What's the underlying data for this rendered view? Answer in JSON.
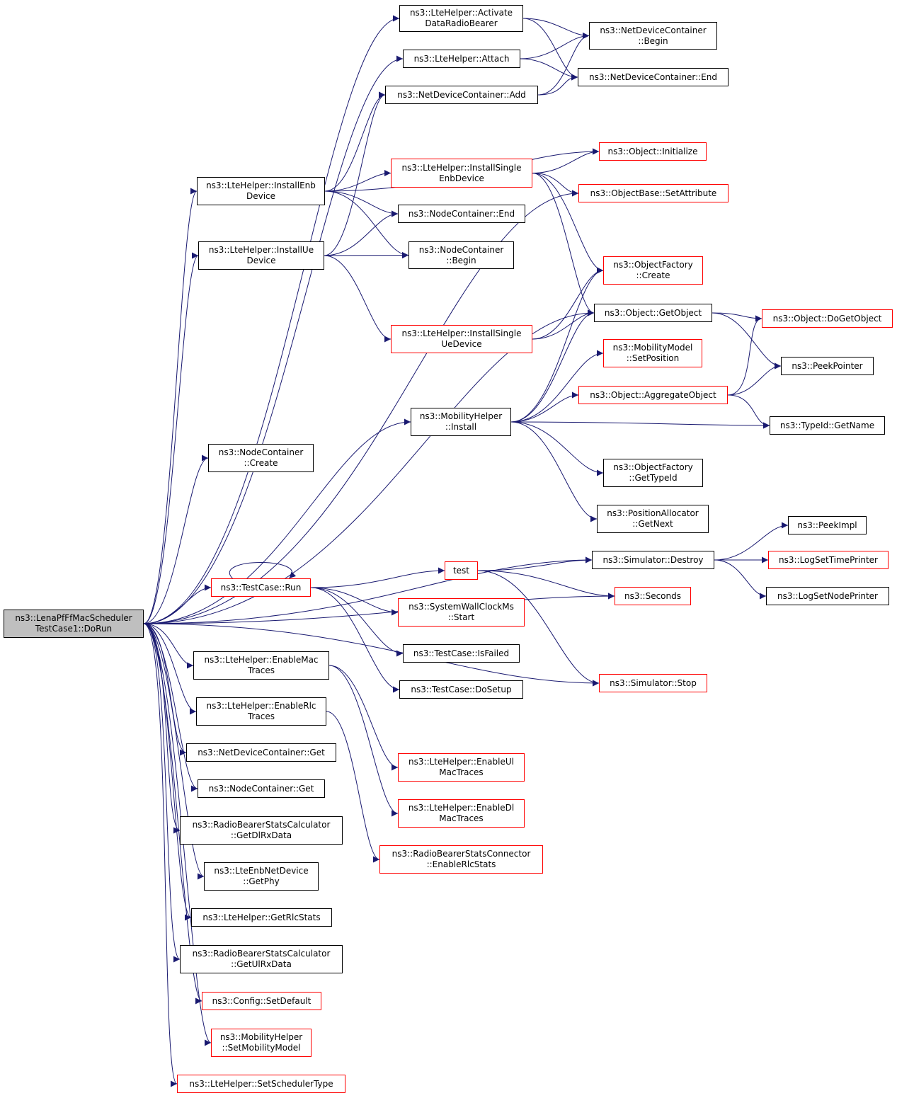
{
  "colors": {
    "edge": "#191970",
    "link_border": "#ff0000",
    "plain_border": "#000000",
    "root_fill": "#bfbfbf"
  },
  "nodes": {
    "root": {
      "lines": [
        "ns3::LenaPfFfMacScheduler",
        "TestCase1::DoRun"
      ]
    },
    "activate": {
      "lines": [
        "ns3::LteHelper::Activate",
        "DataRadioBearer"
      ]
    },
    "attach": {
      "lines": [
        "ns3::LteHelper::Attach"
      ]
    },
    "ndcadd": {
      "lines": [
        "ns3::NetDeviceContainer::Add"
      ]
    },
    "ndcbegin": {
      "lines": [
        "ns3::NetDeviceContainer",
        "::Begin"
      ]
    },
    "ndcend": {
      "lines": [
        "ns3::NetDeviceContainer::End"
      ]
    },
    "objinit": {
      "lines": [
        "ns3::Object::Initialize"
      ]
    },
    "instenb": {
      "lines": [
        "ns3::LteHelper::InstallEnb",
        "Device"
      ]
    },
    "instsingleenb": {
      "lines": [
        "ns3::LteHelper::InstallSingle",
        "EnbDevice"
      ]
    },
    "setattr": {
      "lines": [
        "ns3::ObjectBase::SetAttribute"
      ]
    },
    "ncend": {
      "lines": [
        "ns3::NodeContainer::End"
      ]
    },
    "instue": {
      "lines": [
        "ns3::LteHelper::InstallUe",
        "Device"
      ]
    },
    "ncbegin": {
      "lines": [
        "ns3::NodeContainer",
        "::Begin"
      ]
    },
    "ofcreate": {
      "lines": [
        "ns3::ObjectFactory",
        "::Create"
      ]
    },
    "getobject": {
      "lines": [
        "ns3::Object::GetObject"
      ]
    },
    "dogetobject": {
      "lines": [
        "ns3::Object::DoGetObject"
      ]
    },
    "instsingleue": {
      "lines": [
        "ns3::LteHelper::InstallSingle",
        "UeDevice"
      ]
    },
    "mmsetpos": {
      "lines": [
        "ns3::MobilityModel",
        "::SetPosition"
      ]
    },
    "peekpointer": {
      "lines": [
        "ns3::PeekPointer"
      ]
    },
    "aggregate": {
      "lines": [
        "ns3::Object::AggregateObject"
      ]
    },
    "mhinstall": {
      "lines": [
        "ns3::MobilityHelper",
        "::Install"
      ]
    },
    "typeidname": {
      "lines": [
        "ns3::TypeId::GetName"
      ]
    },
    "nccreate": {
      "lines": [
        "ns3::NodeContainer",
        "::Create"
      ]
    },
    "oftypeid": {
      "lines": [
        "ns3::ObjectFactory",
        "::GetTypeId"
      ]
    },
    "pagetnext": {
      "lines": [
        "ns3::PositionAllocator",
        "::GetNext"
      ]
    },
    "peekimpl": {
      "lines": [
        "ns3::PeekImpl"
      ]
    },
    "simdestroy": {
      "lines": [
        "ns3::Simulator::Destroy"
      ]
    },
    "logtime": {
      "lines": [
        "ns3::LogSetTimePrinter"
      ]
    },
    "test": {
      "lines": [
        "test"
      ]
    },
    "tcrun": {
      "lines": [
        "ns3::TestCase::Run"
      ]
    },
    "seconds": {
      "lines": [
        "ns3::Seconds"
      ]
    },
    "lognode": {
      "lines": [
        "ns3::LogSetNodePrinter"
      ]
    },
    "swcstart": {
      "lines": [
        "ns3::SystemWallClockMs",
        "::Start"
      ]
    },
    "isfailed": {
      "lines": [
        "ns3::TestCase::IsFailed"
      ]
    },
    "enablemac": {
      "lines": [
        "ns3::LteHelper::EnableMac",
        "Traces"
      ]
    },
    "dosetup": {
      "lines": [
        "ns3::TestCase::DoSetup"
      ]
    },
    "simstop": {
      "lines": [
        "ns3::Simulator::Stop"
      ]
    },
    "enablerlc": {
      "lines": [
        "ns3::LteHelper::EnableRlc",
        "Traces"
      ]
    },
    "ndcget": {
      "lines": [
        "ns3::NetDeviceContainer::Get"
      ]
    },
    "enableulmac": {
      "lines": [
        "ns3::LteHelper::EnableUl",
        "MacTraces"
      ]
    },
    "ncget": {
      "lines": [
        "ns3::NodeContainer::Get"
      ]
    },
    "enabledlmac": {
      "lines": [
        "ns3::LteHelper::EnableDl",
        "MacTraces"
      ]
    },
    "getdlrx": {
      "lines": [
        "ns3::RadioBearerStatsCalculator",
        "::GetDlRxData"
      ]
    },
    "enablerlcstats": {
      "lines": [
        "ns3::RadioBearerStatsConnector",
        "::EnableRlcStats"
      ]
    },
    "getphy": {
      "lines": [
        "ns3::LteEnbNetDevice",
        "::GetPhy"
      ]
    },
    "getrlcstats": {
      "lines": [
        "ns3::LteHelper::GetRlcStats"
      ]
    },
    "getulrx": {
      "lines": [
        "ns3::RadioBearerStatsCalculator",
        "::GetUlRxData"
      ]
    },
    "setdefault": {
      "lines": [
        "ns3::Config::SetDefault"
      ]
    },
    "setmobility": {
      "lines": [
        "ns3::MobilityHelper",
        "::SetMobilityModel"
      ]
    },
    "setsched": {
      "lines": [
        "ns3::LteHelper::SetSchedulerType"
      ]
    }
  },
  "edges": [
    [
      "root",
      "activate"
    ],
    [
      "root",
      "attach"
    ],
    [
      "root",
      "instenb"
    ],
    [
      "root",
      "instue"
    ],
    [
      "root",
      "setattr"
    ],
    [
      "root",
      "getobject"
    ],
    [
      "root",
      "mhinstall"
    ],
    [
      "root",
      "nccreate"
    ],
    [
      "root",
      "simdestroy"
    ],
    [
      "root",
      "seconds"
    ],
    [
      "root",
      "tcrun"
    ],
    [
      "root",
      "simstop"
    ],
    [
      "root",
      "enablemac"
    ],
    [
      "root",
      "enablerlc"
    ],
    [
      "root",
      "ndcget"
    ],
    [
      "root",
      "ncget"
    ],
    [
      "root",
      "getdlrx"
    ],
    [
      "root",
      "getphy"
    ],
    [
      "root",
      "getrlcstats"
    ],
    [
      "root",
      "getulrx"
    ],
    [
      "root",
      "setdefault"
    ],
    [
      "root",
      "setmobility"
    ],
    [
      "root",
      "setsched"
    ],
    [
      "activate",
      "ndcbegin"
    ],
    [
      "activate",
      "ndcend"
    ],
    [
      "attach",
      "ndcbegin"
    ],
    [
      "attach",
      "ndcend"
    ],
    [
      "ndcadd",
      "ndcbegin"
    ],
    [
      "ndcadd",
      "ndcend"
    ],
    [
      "instenb",
      "ndcadd"
    ],
    [
      "instenb",
      "objinit"
    ],
    [
      "instenb",
      "instsingleenb"
    ],
    [
      "instenb",
      "ncend"
    ],
    [
      "instenb",
      "ncbegin"
    ],
    [
      "instsingleenb",
      "objinit"
    ],
    [
      "instsingleenb",
      "setattr"
    ],
    [
      "instsingleenb",
      "ofcreate"
    ],
    [
      "instsingleenb",
      "getobject"
    ],
    [
      "instue",
      "ndcadd"
    ],
    [
      "instue",
      "ncend"
    ],
    [
      "instue",
      "ncbegin"
    ],
    [
      "instue",
      "instsingleue"
    ],
    [
      "instsingleue",
      "ofcreate"
    ],
    [
      "instsingleue",
      "getobject"
    ],
    [
      "getobject",
      "dogetobject"
    ],
    [
      "getobject",
      "peekpointer"
    ],
    [
      "aggregate",
      "dogetobject"
    ],
    [
      "aggregate",
      "peekpointer"
    ],
    [
      "aggregate",
      "typeidname"
    ],
    [
      "mhinstall",
      "ofcreate"
    ],
    [
      "mhinstall",
      "getobject"
    ],
    [
      "mhinstall",
      "mmsetpos"
    ],
    [
      "mhinstall",
      "aggregate"
    ],
    [
      "mhinstall",
      "typeidname"
    ],
    [
      "mhinstall",
      "oftypeid"
    ],
    [
      "mhinstall",
      "pagetnext"
    ],
    [
      "simdestroy",
      "peekimpl"
    ],
    [
      "simdestroy",
      "logtime"
    ],
    [
      "simdestroy",
      "lognode"
    ],
    [
      "tcrun",
      "tcrun"
    ],
    [
      "tcrun",
      "test"
    ],
    [
      "tcrun",
      "swcstart"
    ],
    [
      "tcrun",
      "isfailed"
    ],
    [
      "tcrun",
      "dosetup"
    ],
    [
      "test",
      "simdestroy"
    ],
    [
      "test",
      "seconds"
    ],
    [
      "test",
      "simstop"
    ],
    [
      "enablemac",
      "enableulmac"
    ],
    [
      "enablemac",
      "enabledlmac"
    ],
    [
      "enablerlc",
      "enablerlcstats"
    ]
  ]
}
